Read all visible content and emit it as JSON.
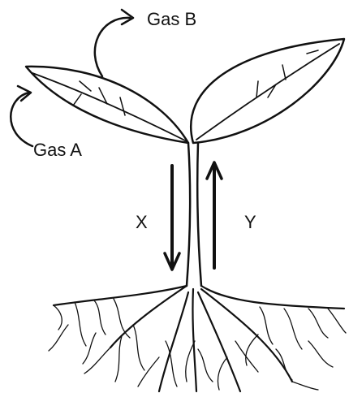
{
  "labels": {
    "gas_b": "Gas B",
    "gas_a": "Gas A",
    "x": "X",
    "y": "Y"
  },
  "colors": {
    "ink": "#111111",
    "background": "#ffffff"
  }
}
